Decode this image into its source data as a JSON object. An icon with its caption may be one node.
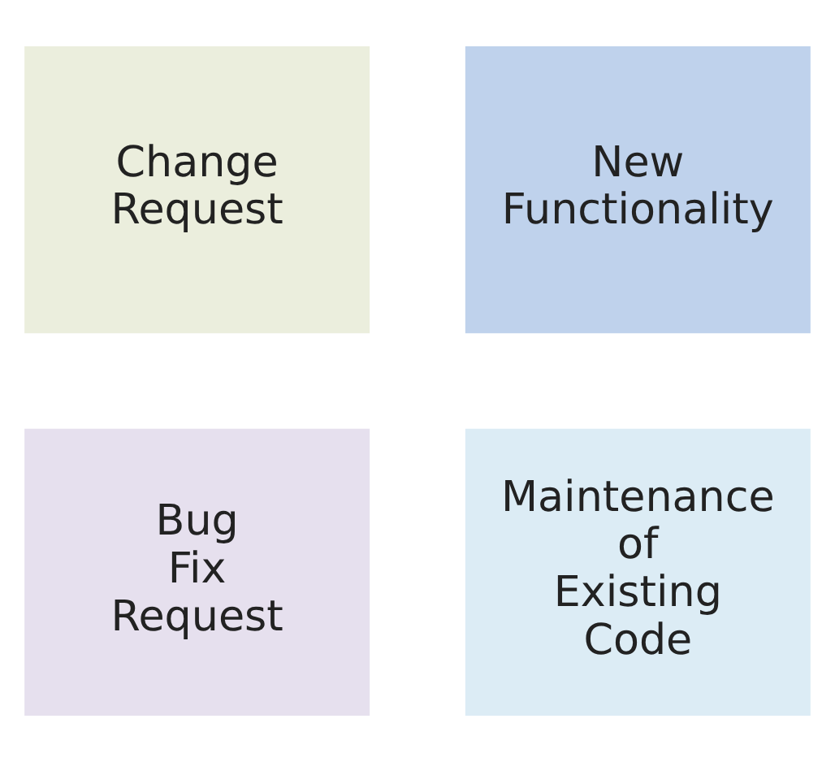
{
  "diagram": {
    "nodes": [
      {
        "text": [
          "Change Request"
        ]
      },
      {
        "text": [
          "New Functionality"
        ]
      },
      {
        "text": [
          "Bug Fix Request"
        ]
      },
      {
        "text": [
          "Maintenance of Existing Code"
        ]
      }
    ]
  }
}
